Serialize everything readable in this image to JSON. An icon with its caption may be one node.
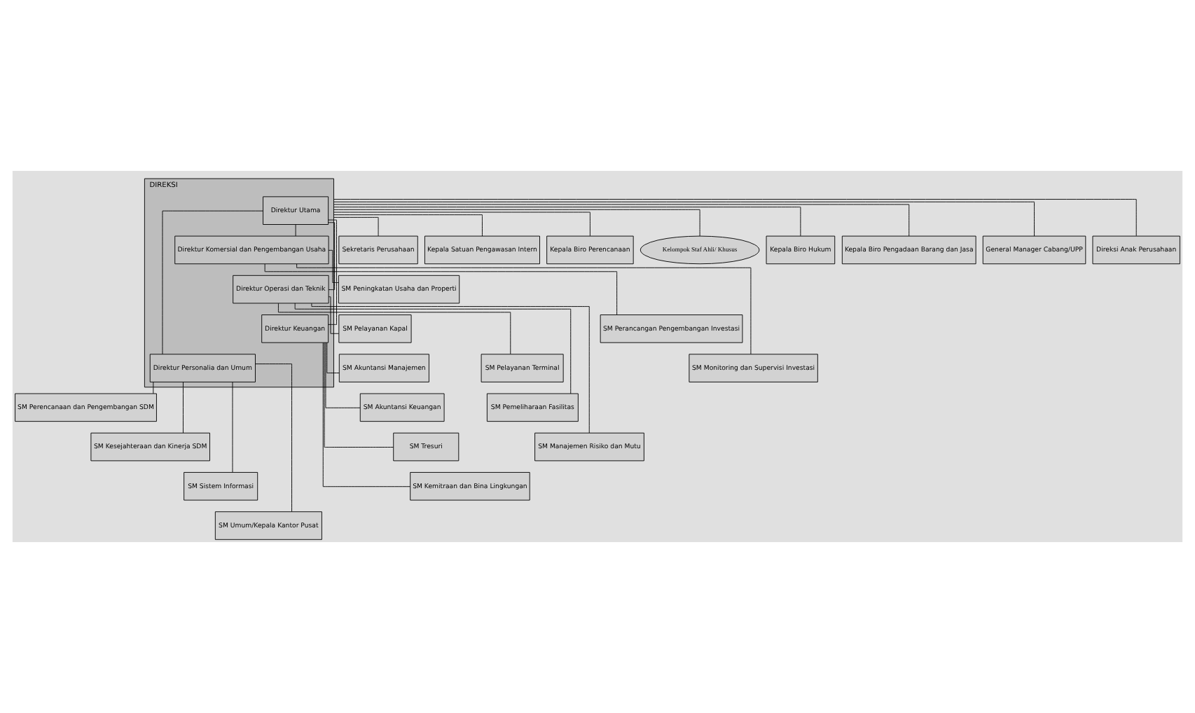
{
  "diagram": {
    "nodes": [
      {
        "text": [
          "DIREKSI"
        ]
      },
      {
        "text": [
          "Direktur Utama"
        ],
        "in": 0
      },
      {
        "text": [
          "Direktur Komersial dan Pengembangan Usaha"
        ],
        "in": 0
      },
      {
        "text": [
          "Direktur Operasi dan Teknik"
        ],
        "in": 0
      },
      {
        "text": [
          "Direktur Keuangan"
        ],
        "in": 0
      },
      {
        "text": [
          "Direktur Personalia dan Umum"
        ],
        "in": 0
      },
      {
        "text": [
          "Sekretaris Perusahaan"
        ]
      },
      {
        "text": [
          "Kepala Satuan Pengawasan Intern"
        ]
      },
      {
        "text": [
          "Kepala Biro Perencanaan"
        ]
      },
      {
        "text": [
          "Kelompok Staf Ahli/ Khusus"
        ]
      },
      {
        "text": [
          "SM Peningkatan Usaha dan Properti"
        ]
      },
      {
        "text": [
          "SM Perancangan Pengembangan Investasi"
        ]
      },
      {
        "text": [
          "SM Monitoring dan Supervisi Investasi"
        ]
      },
      {
        "text": [
          "SM Pelayanan Kapal"
        ]
      },
      {
        "text": [
          "SM Pelayanan Terminal"
        ]
      },
      {
        "text": [
          "SM Pemeliharaan Fasilitas"
        ]
      },
      {
        "text": [
          "SM Manajemen Risiko dan Mutu"
        ]
      },
      {
        "text": [
          "SM Akuntansi Manajemen"
        ]
      },
      {
        "text": [
          "SM Akuntansi Keuangan"
        ]
      },
      {
        "text": [
          "SM Tresuri"
        ]
      },
      {
        "text": [
          "SM Kemitraan dan Bina Lingkungan"
        ]
      },
      {
        "text": [
          "SM Perencanaan dan Pengembangan SDM"
        ]
      },
      {
        "text": [
          "SM Kesejahteraan dan Kinerja SDM"
        ]
      },
      {
        "text": [
          "SM Sistem Informasi"
        ]
      },
      {
        "text": [
          "SM Umum/Kepala Kantor Pusat"
        ]
      },
      {
        "text": [
          "Kepala Biro Hukum"
        ]
      },
      {
        "text": [
          "Kepala Biro Pengadaan Barang dan Jasa"
        ]
      },
      {
        "text": [
          "General Manager Cabang/UPP"
        ]
      },
      {
        "text": [
          "Direksi Anak Perusahaan"
        ]
      }
    ],
    "edges": [
      {
        "from": 1,
        "to": 2,
        "arrow": "none"
      },
      {
        "from": 1,
        "to": 3,
        "arrow": "none"
      },
      {
        "from": 1,
        "to": 4,
        "arrow": "none"
      },
      {
        "from": 1,
        "to": 5,
        "arrow": "none"
      },
      {
        "from": 0,
        "to": 6,
        "arrow": "none"
      },
      {
        "from": 0,
        "to": 7,
        "arrow": "none"
      },
      {
        "from": 0,
        "to": 8,
        "arrow": "none"
      },
      {
        "from": 0,
        "to": 9,
        "arrow": "none"
      },
      {
        "from": 2,
        "to": 10,
        "arrow": "none"
      },
      {
        "from": 2,
        "to": 11,
        "arrow": "none"
      },
      {
        "from": 2,
        "to": 12,
        "arrow": "none"
      },
      {
        "from": 3,
        "to": 13,
        "arrow": "none"
      },
      {
        "from": 3,
        "to": 14,
        "arrow": "none"
      },
      {
        "from": 3,
        "to": 15,
        "arrow": "none"
      },
      {
        "from": 3,
        "to": 16,
        "arrow": "none"
      },
      {
        "from": 4,
        "to": 17,
        "arrow": "none"
      },
      {
        "from": 4,
        "to": 18,
        "arrow": "none"
      },
      {
        "from": 4,
        "to": 19,
        "arrow": "none"
      },
      {
        "from": 4,
        "to": 20,
        "arrow": "none"
      },
      {
        "from": 5,
        "to": 21,
        "arrow": "none"
      },
      {
        "from": 5,
        "to": 22,
        "arrow": "none"
      },
      {
        "from": 5,
        "to": 23,
        "arrow": "none"
      },
      {
        "from": 5,
        "to": 24,
        "arrow": "none"
      },
      {
        "from": 0,
        "to": 25,
        "arrow": "none"
      },
      {
        "from": 0,
        "to": 26,
        "arrow": "none"
      },
      {
        "from": 0,
        "to": 27,
        "arrow": "none"
      },
      {
        "from": 0,
        "to": 28,
        "arrow": "none"
      }
    ]
  }
}
